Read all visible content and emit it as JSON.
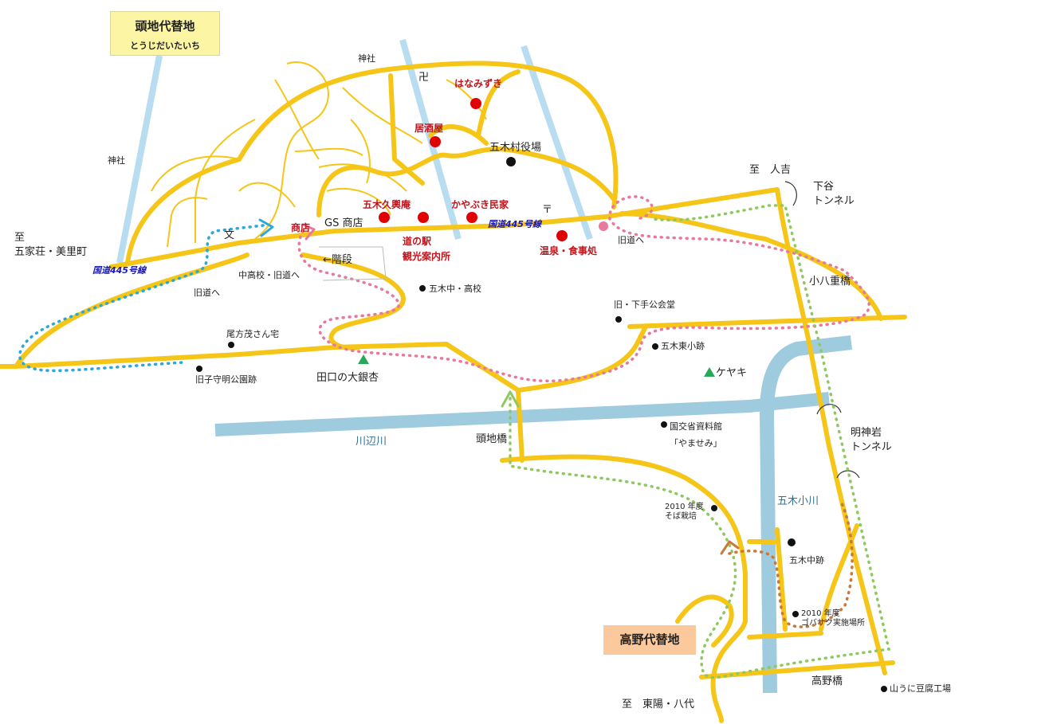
{
  "titles": {
    "top_main": "頭地代替地",
    "top_reading": "とうじだいたいち",
    "bottom": "高野代替地"
  },
  "roads": {
    "route_445_west": "国道445号線",
    "route_445_east": "国道445号線"
  },
  "directions": {
    "west": "至\n五家荘・美里町",
    "northeast": "至　人吉",
    "south": "至　東陽・八代"
  },
  "tunnels": {
    "shimotani": "下谷\nトンネル",
    "myojinwa": "明神岩\nトンネル"
  },
  "rivers": {
    "kawabe": "川辺川",
    "itsuki_ogawa": "五木小川"
  },
  "bridges": {
    "tochi": "頭地橋",
    "koyahashi": "高野橋",
    "kohachijubashi": "小八重橋"
  },
  "places_red": {
    "hanamizuki": "はなみずき",
    "izakaya": "居酒屋",
    "itsuki_kukian": "五木久輿庵",
    "kayabuki": "かやぶき民家",
    "michinoeki": "道の駅\n観光案内所",
    "onsen": "温泉・食事処"
  },
  "places": {
    "jinja_n": "神社",
    "jinja_w": "神社",
    "temple": "卍",
    "yakuba": "五木村役場",
    "post": "〒",
    "gs": "GS 商店",
    "shoten": "商店",
    "school_mark": "文",
    "stairs": "←階段",
    "chukou_kyudo": "中高校・旧道へ",
    "kyudo_w": "旧道へ",
    "kyudo_e": "旧道へ",
    "itsuki_chukou": "五木中・高校",
    "ogata": "尾方茂さん宅",
    "koshumei": "旧子守明公園跡",
    "ginkgo": "田口の大銀杏",
    "shimote": "旧・下手公会堂",
    "higashisho": "五木東小跡",
    "keyaki": "ケヤキ",
    "kokkosho": "国交省資料館\n「やませみ」",
    "soba": "2010 年度\nそば栽培",
    "gochu": "五木中跡",
    "gobasaku": "2010 年度\nゴバサク実施場所",
    "tofu": "山うに豆腐工場"
  },
  "colors": {
    "road": "#f5c518",
    "river": "#9fcbdf",
    "river_strip": "#b8dcf0",
    "red_dot": "#e00000",
    "pink_path": "#e8789c",
    "blue_path": "#2aa8d8",
    "green_path": "#8ec860",
    "orange_path": "#c8783a",
    "green_marker": "#2aa85a"
  }
}
